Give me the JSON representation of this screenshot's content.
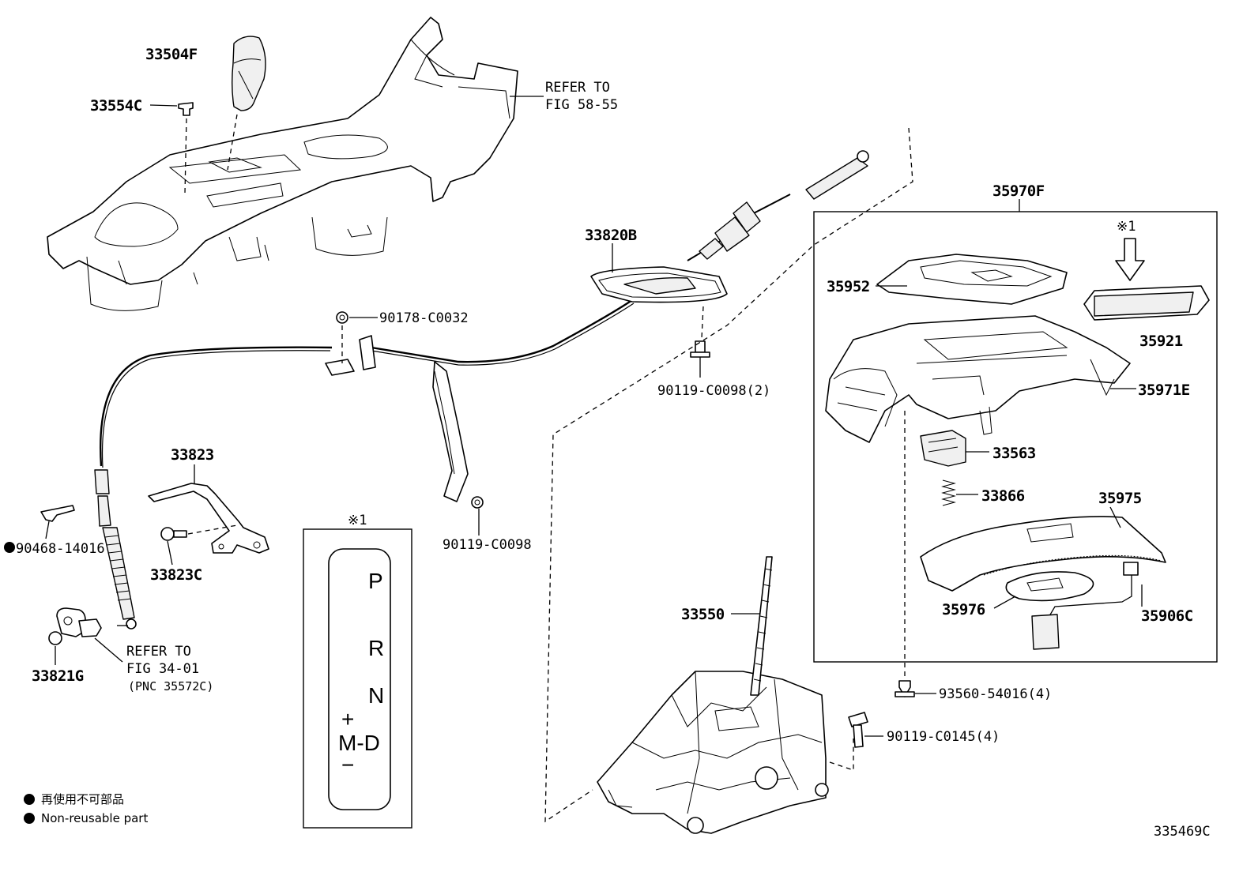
{
  "diagram": {
    "part_numbers": {
      "knob": "33504F",
      "knob_clip": "33554C",
      "refer_console_1": "REFER TO",
      "refer_console_2": "FIG 58-55",
      "nut_top": "90178-C0032",
      "boot": "33820B",
      "bolt_boot": "90119-C0098(2)",
      "bracket": "33823",
      "bracket_bolt": "33823C",
      "clip": "90468-14016",
      "bolt_cable": "90119-C0098",
      "clip_lock": "33821G",
      "refer_lock_1": "REFER TO",
      "refer_lock_2": "FIG 34-01",
      "refer_lock_3": "(PNC 35572C)",
      "assy": "35970F",
      "note_mark": "※1",
      "upper": "35952",
      "indicator": "35921",
      "housing": "35971E",
      "solenoid": "33563",
      "spring": "33866",
      "cover": "35975",
      "plate": "35976",
      "sensor": "35906C",
      "lever": "33550",
      "screw": "93560-54016(4)",
      "bolt_base": "90119-C0145(4)",
      "gate_mark": "※1"
    },
    "gate_labels": {
      "p": "P",
      "r": "R",
      "n": "N",
      "plus": "+",
      "md": "M-D",
      "minus": "−"
    },
    "legend": {
      "line1": "再使用不可部品",
      "line2": "Non-reusable part"
    },
    "figure_id": "335469C"
  }
}
